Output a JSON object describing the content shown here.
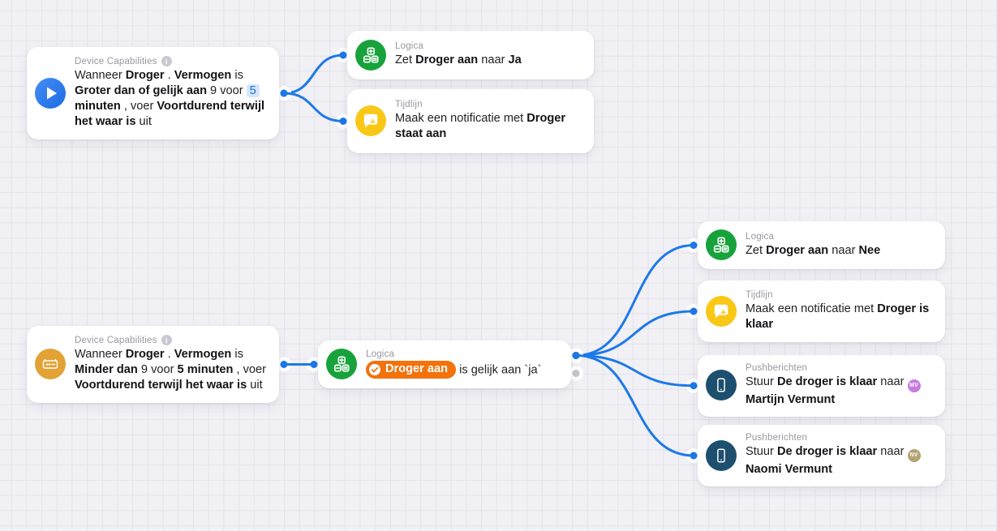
{
  "theme": {
    "canvas_bg": "#f1f0f5",
    "grid_line": "#e4e3ea",
    "wire_blue": "#1d79e8",
    "unused_port_gray": "#c4c4cc",
    "card_bg": "#ffffff",
    "chip_orange": "#f2720c",
    "token_blue_bg": "#d6e7fb",
    "token_blue_text": "#1a6fe0",
    "icon_green": "#18a23b",
    "icon_yellow": "#f9c716",
    "icon_amber": "#e2a235",
    "icon_dark_teal": "#1d4f6e",
    "avatar_purple": "#c77be0",
    "avatar_tan": "#b3a273"
  },
  "cards": [
    {
      "id": "trigger-power-high",
      "app": "Device Capabilities",
      "has_info": true,
      "icon": "play-icon",
      "segments": [
        {
          "t": "Wanneer "
        },
        {
          "t": "Droger",
          "s": "b"
        },
        {
          "t": " . "
        },
        {
          "t": "Vermogen",
          "s": "b"
        },
        {
          "t": " is "
        },
        {
          "t": "Groter dan of gelijk aan",
          "s": "b"
        },
        {
          "t": "  9 voor "
        },
        {
          "t": "5",
          "s": "token"
        },
        {
          "t": " "
        },
        {
          "t": "minuten",
          "s": "b"
        },
        {
          "t": " , voer "
        },
        {
          "t": "Voortdurend terwijl het waar is",
          "s": "b"
        },
        {
          "t": " uit"
        }
      ]
    },
    {
      "id": "action-set-ja",
      "app": "Logica",
      "has_info": false,
      "icon": "logic-icon",
      "segments": [
        {
          "t": "Zet "
        },
        {
          "t": "Droger aan",
          "s": "b"
        },
        {
          "t": " naar "
        },
        {
          "t": "Ja",
          "s": "b"
        }
      ]
    },
    {
      "id": "timeline-staat-aan",
      "app": "Tijdlijn",
      "has_info": false,
      "icon": "notification-icon",
      "segments": [
        {
          "t": "Maak een notificatie met "
        },
        {
          "t": "Droger staat aan",
          "s": "b"
        }
      ]
    },
    {
      "id": "trigger-power-low",
      "app": "Device Capabilities",
      "has_info": true,
      "icon": "appliance-icon",
      "segments": [
        {
          "t": "Wanneer "
        },
        {
          "t": "Droger",
          "s": "b"
        },
        {
          "t": " . "
        },
        {
          "t": "Vermogen",
          "s": "b"
        },
        {
          "t": " is "
        },
        {
          "t": "Minder dan",
          "s": "b"
        },
        {
          "t": "  9 voor "
        },
        {
          "t": "5",
          "s": "b"
        },
        {
          "t": "  "
        },
        {
          "t": "minuten",
          "s": "b"
        },
        {
          "t": " , voer "
        },
        {
          "t": "Voortdurend terwijl het waar is",
          "s": "b"
        },
        {
          "t": " uit"
        }
      ]
    },
    {
      "id": "logic-check",
      "app": "Logica",
      "has_info": false,
      "icon": "logic-icon",
      "segments": [
        {
          "t": "Droger aan",
          "s": "chip"
        },
        {
          "t": " is gelijk aan `ja`"
        }
      ]
    },
    {
      "id": "action-set-nee",
      "app": "Logica",
      "has_info": false,
      "icon": "logic-icon",
      "segments": [
        {
          "t": "Zet "
        },
        {
          "t": "Droger aan",
          "s": "b"
        },
        {
          "t": " naar "
        },
        {
          "t": "Nee",
          "s": "b"
        }
      ]
    },
    {
      "id": "timeline-klaar",
      "app": "Tijdlijn",
      "has_info": false,
      "icon": "notification-icon",
      "segments": [
        {
          "t": "Maak een notificatie met "
        },
        {
          "t": "Droger is klaar",
          "s": "b"
        }
      ]
    },
    {
      "id": "push-martijn",
      "app": "Pushberichten",
      "has_info": false,
      "icon": "phone-icon",
      "segments": [
        {
          "t": "Stuur "
        },
        {
          "t": "De droger is klaar",
          "s": "b"
        },
        {
          "t": " naar "
        },
        {
          "t": "MV",
          "s": "avatar",
          "color": "#c77be0"
        },
        {
          "t": " "
        },
        {
          "t": "Martijn Vermunt",
          "s": "b"
        }
      ]
    },
    {
      "id": "push-naomi",
      "app": "Pushberichten",
      "has_info": false,
      "icon": "phone-icon",
      "segments": [
        {
          "t": "Stuur "
        },
        {
          "t": "De droger is klaar",
          "s": "b"
        },
        {
          "t": " naar "
        },
        {
          "t": "NV",
          "s": "avatar",
          "color": "#b3a273"
        },
        {
          "t": " "
        },
        {
          "t": "Naomi Vermunt",
          "s": "b"
        }
      ]
    }
  ],
  "connections": [
    {
      "from": "trigger-power-high",
      "to": "action-set-ja"
    },
    {
      "from": "trigger-power-high",
      "to": "timeline-staat-aan"
    },
    {
      "from": "trigger-power-low",
      "to": "logic-check"
    },
    {
      "from": "logic-check",
      "to": "action-set-nee",
      "port": "true"
    },
    {
      "from": "logic-check",
      "to": "timeline-klaar",
      "port": "true"
    },
    {
      "from": "logic-check",
      "to": "push-martijn",
      "port": "true"
    },
    {
      "from": "logic-check",
      "to": "push-naomi",
      "port": "true"
    }
  ],
  "unused_ports": [
    {
      "card": "logic-check",
      "port": "false"
    }
  ]
}
